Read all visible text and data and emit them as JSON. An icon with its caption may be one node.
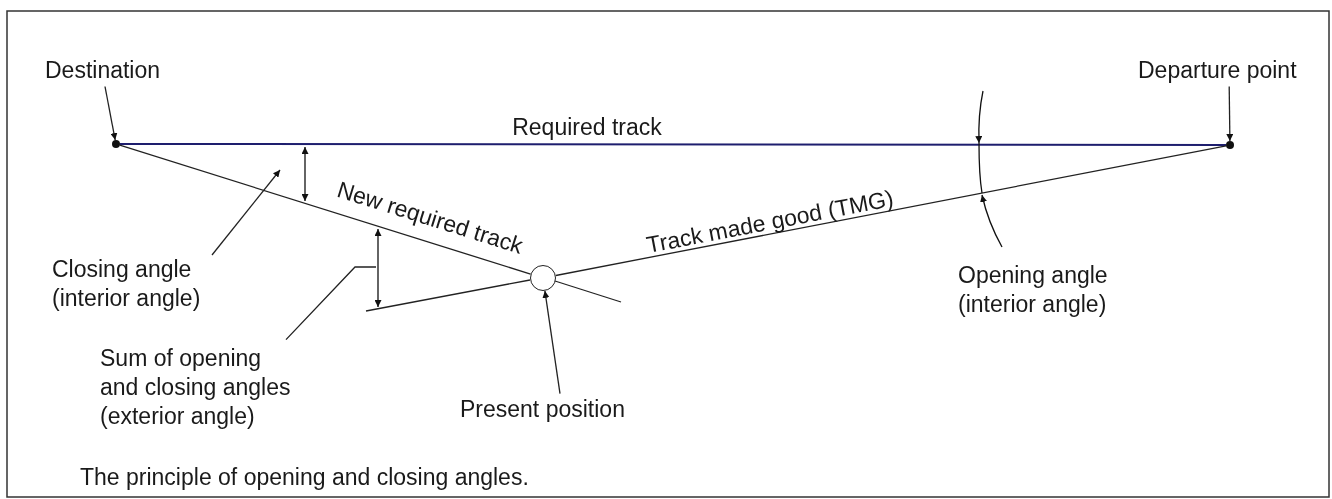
{
  "diagram": {
    "caption": "The principle of opening and closing angles.",
    "nodes": [
      {
        "text": [
          "Destination"
        ]
      },
      {
        "text": [],
        "shape": "circle"
      },
      {
        "text": [
          "Departure point"
        ]
      },
      {
        "text": [],
        "shape": "circle"
      },
      {
        "text": [],
        "shape": "circle"
      },
      {
        "text": [
          "Present position"
        ]
      },
      {
        "text": [
          "Closing angle (interior angle)"
        ]
      },
      {
        "text": [
          "Sum of opening and closing angles (exterior angle)"
        ]
      }
    ],
    "edges": [
      {
        "from": 0,
        "to": 1,
        "arrow": "to"
      },
      {
        "from": 2,
        "to": 3,
        "arrow": "to"
      },
      {
        "from": 5,
        "to": 4,
        "arrow": "to"
      },
      {
        "from": 6,
        "to": null,
        "arrow": "to"
      },
      {
        "from": 7,
        "to": null,
        "arrow": "none"
      },
      {
        "from": 1,
        "to": 3,
        "arrow": "none",
        "label": "Required track",
        "color": "#1e1e6e"
      },
      {
        "from": 4,
        "to": 1,
        "arrow": "none",
        "label": "New required track"
      },
      {
        "from": 3,
        "to": 4,
        "arrow": "none",
        "label": "Track made good (TMG)"
      }
    ],
    "labels": [
      "Opening angle (interior angle)"
    ]
  }
}
